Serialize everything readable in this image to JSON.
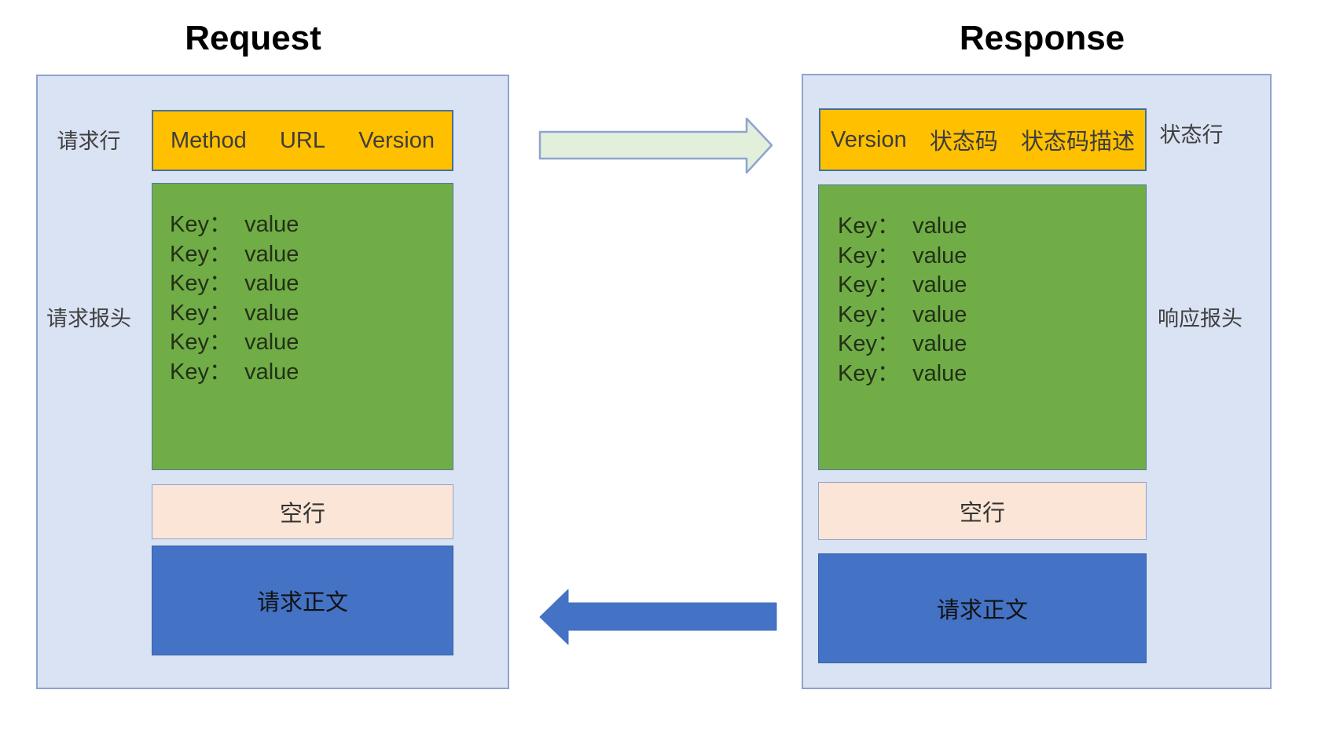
{
  "request": {
    "title": "Request",
    "line_label": "请求行",
    "line_fields": [
      "Method",
      "URL",
      "Version"
    ],
    "headers_label": "请求报头",
    "header_lines": [
      "Key：  value",
      "Key：  value",
      "Key：  value",
      "Key：  value",
      "Key：  value",
      "Key：  value"
    ],
    "empty_line_label": "空行",
    "body_label": "请求正文"
  },
  "response": {
    "title": "Response",
    "line_label": "状态行",
    "line_fields": [
      "Version",
      "状态码",
      "状态码描述"
    ],
    "headers_label": "响应报头",
    "header_lines": [
      "Key：  value",
      "Key：  value",
      "Key：  value",
      "Key：  value",
      "Key：  value",
      "Key：  value"
    ],
    "empty_line_label": "空行",
    "body_label": "请求正文"
  },
  "colors": {
    "panel_fill": "#dae3f3",
    "panel_border": "#8fa3d0",
    "line_box_fill": "#ffc000",
    "line_box_border": "#41719c",
    "headers_box_fill": "#70ad47",
    "empty_line_box_fill": "#fbe5d6",
    "body_box_fill": "#4472c4",
    "request_arrow_fill": "#e2efda",
    "request_arrow_stroke": "#8fa3d0",
    "response_arrow_fill": "#4472c4"
  }
}
